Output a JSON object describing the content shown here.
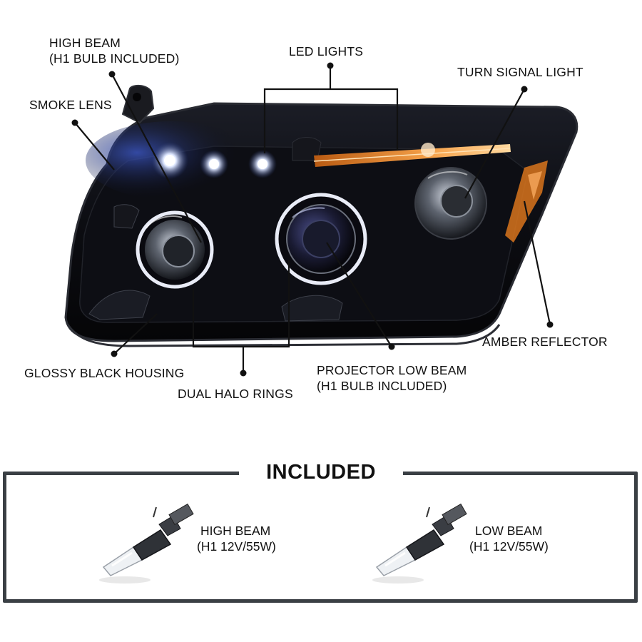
{
  "callouts": {
    "high_beam": {
      "line1": "HIGH BEAM",
      "line2": "(H1 BULB INCLUDED)"
    },
    "led_lights": "LED LIGHTS",
    "turn_signal": "TURN SIGNAL LIGHT",
    "smoke_lens": "SMOKE LENS",
    "amber_reflector": "AMBER REFLECTOR",
    "glossy_housing": "GLOSSY BLACK HOUSING",
    "dual_halo": "DUAL HALO RINGS",
    "projector_low": {
      "line1": "PROJECTOR LOW BEAM",
      "line2": "(H1 BULB INCLUDED)"
    }
  },
  "included": {
    "title": "INCLUDED",
    "items": [
      {
        "line1": "HIGH BEAM",
        "line2": "(H1 12V/55W)"
      },
      {
        "line1": "LOW BEAM",
        "line2": "(H1 12V/55W)"
      }
    ]
  },
  "colors": {
    "text": "#111111",
    "frame": "#3a3f44",
    "amber": "#f08a24",
    "housing": "#0b0c10"
  }
}
